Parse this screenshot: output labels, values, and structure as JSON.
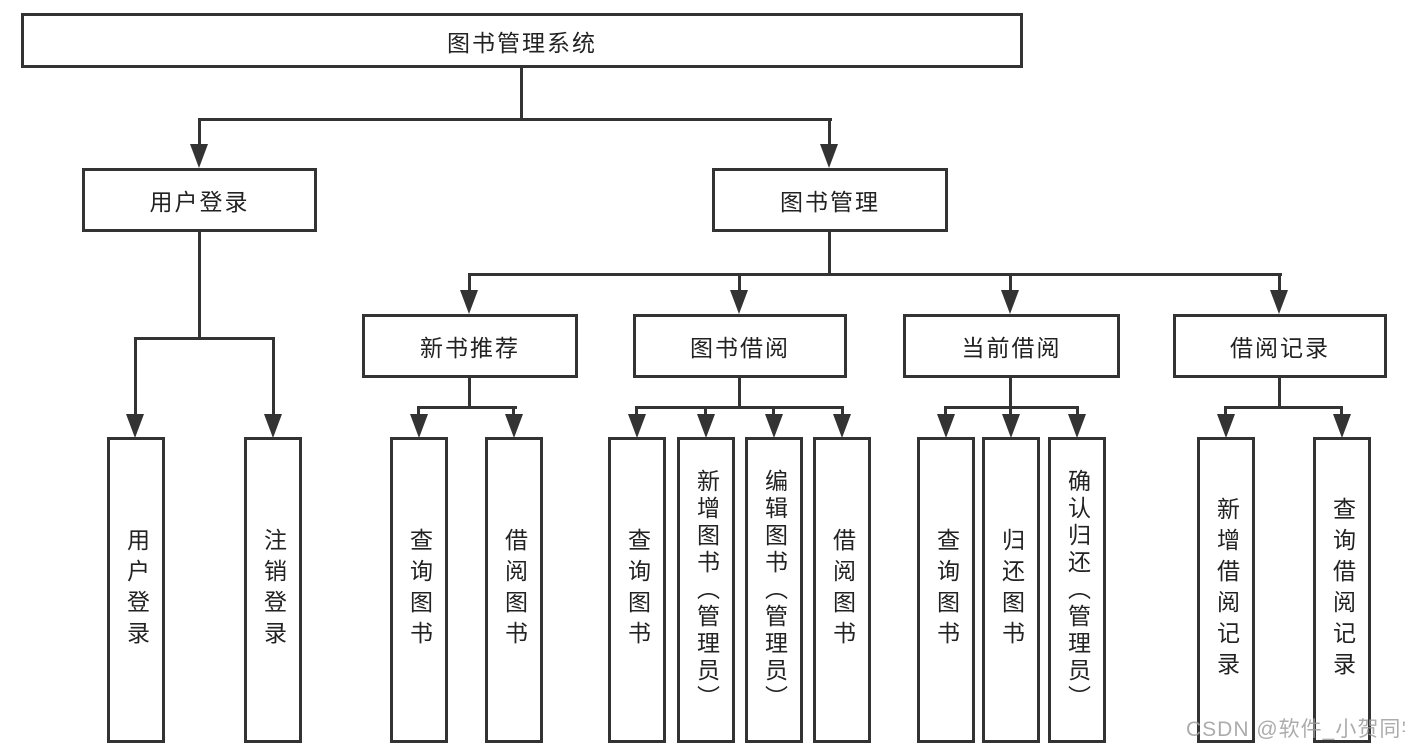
{
  "tree": {
    "root": {
      "label": "图书管理系统"
    },
    "user_login": {
      "label": "用户登录",
      "children": [
        {
          "label": "用户登录"
        },
        {
          "label": "注销登录"
        }
      ]
    },
    "book_mgmt": {
      "label": "图书管理",
      "sections": [
        {
          "label": "新书推荐",
          "children": [
            {
              "label": "查询图书"
            },
            {
              "label": "借阅图书"
            }
          ]
        },
        {
          "label": "图书借阅",
          "children": [
            {
              "label": "查询图书"
            },
            {
              "label": "新增图书（管理员）"
            },
            {
              "label": "编辑图书（管理员）"
            },
            {
              "label": "借阅图书"
            }
          ]
        },
        {
          "label": "当前借阅",
          "children": [
            {
              "label": "查询图书"
            },
            {
              "label": "归还图书"
            },
            {
              "label": "确认归还（管理员）"
            }
          ]
        },
        {
          "label": "借阅记录",
          "children": [
            {
              "label": "新增借阅记录"
            },
            {
              "label": "查询借阅记录"
            }
          ]
        }
      ]
    }
  },
  "watermark": {
    "text": "CSDN @软件_小贺同学"
  },
  "colors": {
    "line": "#333333",
    "box_border": "#333333",
    "box_fill": "#ffffff",
    "text": "#222222",
    "watermark": "#9e9e9e",
    "background": "#ffffff"
  }
}
